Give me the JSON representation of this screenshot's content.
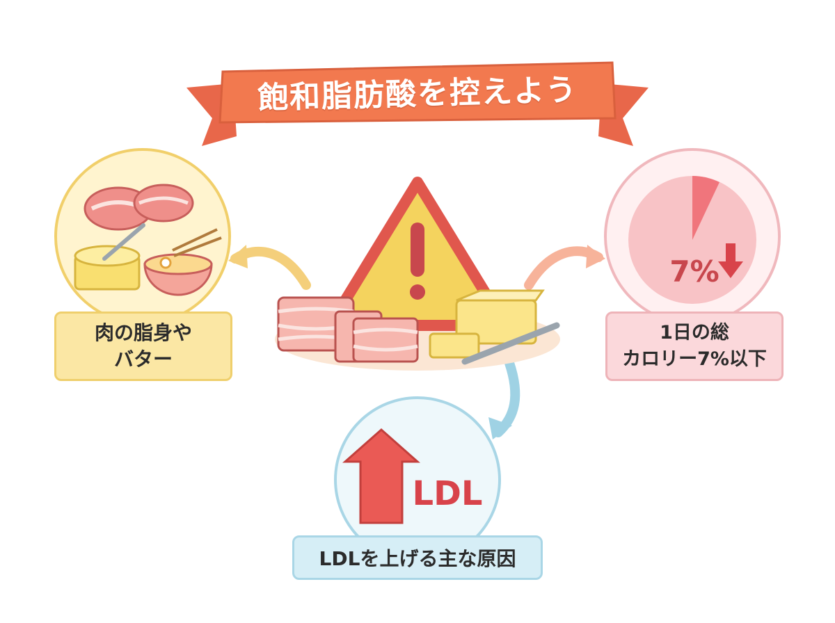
{
  "title": "飽和脂肪酸を控えよう",
  "foods_label": "肉の脂身や\nバター",
  "limit_label": "1日の総\nカロリー7%以下",
  "pie_label": "7%",
  "ldl_badge": "LDL",
  "ldl_label": "LDLを上げる主な原因",
  "colors": {
    "banner": "#f2794f",
    "warning": "#f4d35e",
    "foods_box": "#fbe7a4",
    "limit_box": "#fbd8db",
    "ldl_box": "#d6eef6",
    "ldl_arrow": "#ea5a55"
  },
  "icons": [
    "warning-icon",
    "meat-icon",
    "butter-icon",
    "ramen-icon",
    "pie-chart-icon",
    "down-arrow-icon",
    "up-arrow-icon"
  ]
}
